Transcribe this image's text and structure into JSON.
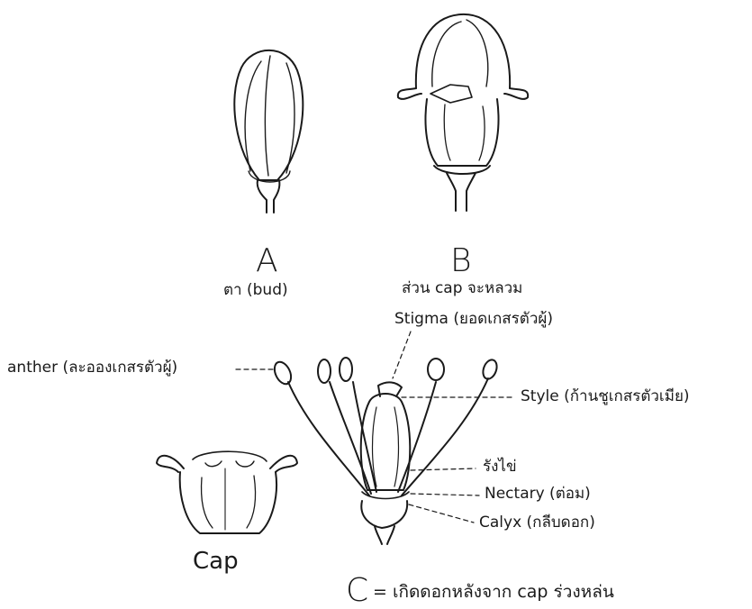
{
  "figure": {
    "bud": {
      "letter": "A",
      "caption": "ตา (bud)"
    },
    "opening": {
      "letter": "B",
      "caption": "ส่วน cap จะหลวม"
    },
    "cap": {
      "caption": "Cap"
    },
    "flower": {
      "labels": {
        "stigma": "Stigma (ยอดเกสรตัวผู้)",
        "anther": "anther (ละอองเกสรตัวผู้)",
        "style": "Style (ก้านชูเกสรตัวเมีย)",
        "ovary": "รังไข่",
        "nectary": "Nectary (ต่อม)",
        "calyx": "Calyx (กลีบดอก)"
      },
      "caption_letter": "C",
      "caption_text": "= เกิดดอกหลังจาก cap ร่วงหล่น"
    }
  }
}
